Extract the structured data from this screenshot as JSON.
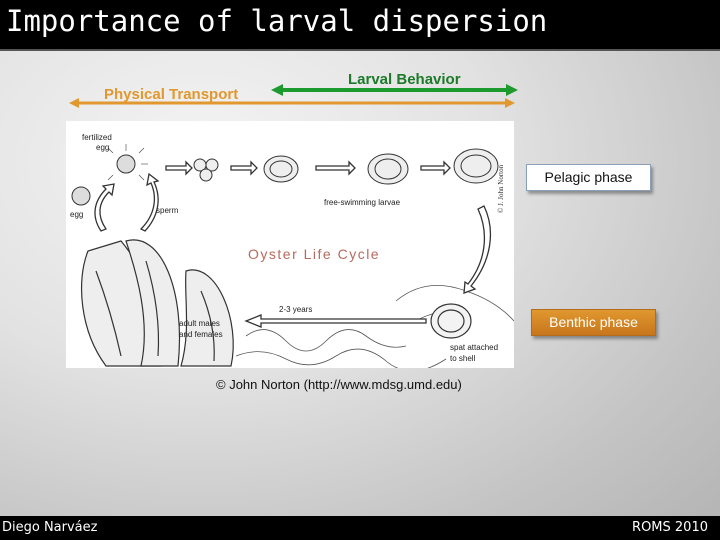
{
  "slide": {
    "title": "Importance of larval dispersion",
    "physical_transport_label": "Physical Transport",
    "larval_behavior_label": "Larval Behavior",
    "pelagic_phase_label": "Pelagic phase",
    "benthic_phase_label": "Benthic phase",
    "copyright_text": "© John Norton (http://www.mdsg.umd.edu)"
  },
  "figure": {
    "title": "Oyster Life Cycle",
    "labels": {
      "fertilized": "fertilized",
      "egg_top": "egg",
      "egg_left": "egg",
      "sperm": "sperm",
      "free_swimming": "free-swimming larvae",
      "years": "2-3 years",
      "adult_males": "adult males",
      "and_females": "and females",
      "spat_attached": "spat attached",
      "to_shell": "to shell",
      "credit": "© J. John Norton"
    }
  },
  "footer": {
    "author": "Diego Narváez",
    "event": "ROMS 2010"
  },
  "colors": {
    "physical_transport": "#e0982f",
    "larval_behavior": "#1c7a2a",
    "benthic_box": "#e0982f"
  }
}
